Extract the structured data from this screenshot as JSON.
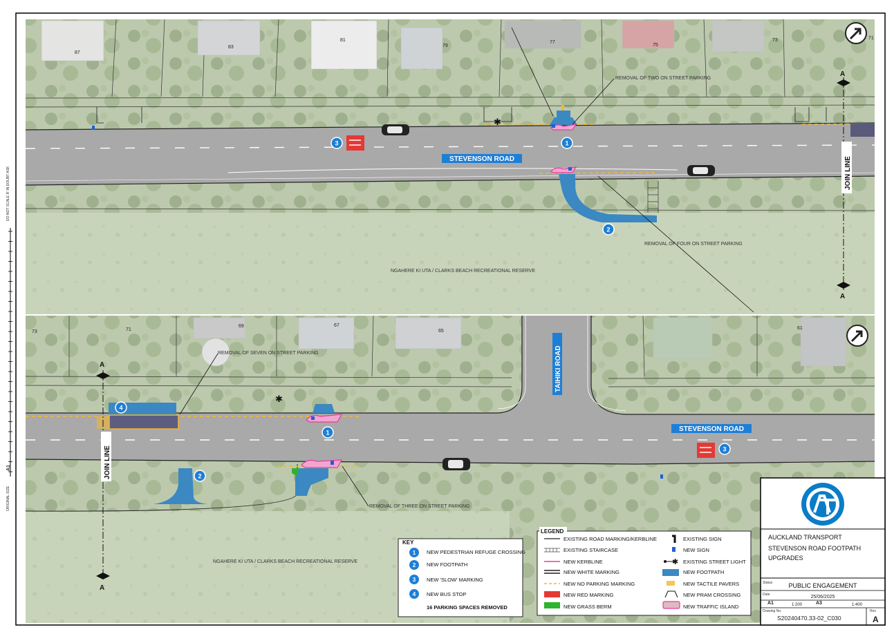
{
  "sheet": {
    "side_text_top": "DO NOT SCALE  IF IN DOUBT  ASK",
    "side_text_bottom": "ORIGINAL SIZE",
    "side_size": "A1"
  },
  "top_panel": {
    "road_name": "STEVENSON ROAD",
    "house_numbers": [
      "87",
      "83",
      "81",
      "79",
      "77",
      "75",
      "73",
      "71"
    ],
    "note_parking_top": "REMOVAL OF TWO ON STREET PARKING",
    "note_parking_bottom": "REMOVAL OF FOUR ON STREET PARKING",
    "reserve_label": "NGAHERE KI UTA / CLARKS BEACH RECREATIONAL RESERVE",
    "join_line_label": "JOIN LINE",
    "section_label": "A",
    "badges": [
      "3",
      "1",
      "2"
    ]
  },
  "bottom_panel": {
    "road_name": "STEVENSON ROAD",
    "side_road_name": "TAIHIKI ROAD",
    "house_numbers": [
      "73",
      "71",
      "69",
      "67",
      "65",
      "61"
    ],
    "note_parking_top": "REMOVAL OF SEVEN ON STREET PARKING",
    "note_parking_bottom": "REMOVAL OF THREE ON STREET PARKING",
    "reserve_label": "NGAHERE KI UTA / CLARKS BEACH RECREATIONAL RESERVE",
    "join_line_label": "JOIN LINE",
    "section_label": "A",
    "badges": [
      "4",
      "1",
      "2",
      "3"
    ]
  },
  "key": {
    "title": "KEY",
    "items": [
      {
        "num": "1",
        "label": "NEW PEDESTRIAN REFUGE CROSSING"
      },
      {
        "num": "2",
        "label": "NEW FOOTPATH"
      },
      {
        "num": "3",
        "label": "NEW 'SLOW' MARKING"
      },
      {
        "num": "4",
        "label": "NEW BUS STOP"
      }
    ],
    "summary": "16 PARKING SPACES REMOVED"
  },
  "legend": {
    "title": "LEGEND",
    "left": [
      "EXISTING ROAD MARKING/KERBLINE",
      "EXISTING STAIRCASE",
      "NEW KERBLINE",
      "NEW WHITE MARKING",
      "NEW NO PARKING MARKING",
      "NEW RED MARKING",
      "NEW GRASS BERM"
    ],
    "right": [
      "EXISTING SIGN",
      "NEW SIGN",
      "EXISTING STREET LIGHT",
      "NEW FOOTPATH",
      "NEW TACTILE PAVERS",
      "NEW PRAM CROSSING",
      "NEW TRAFFIC ISLAND"
    ]
  },
  "title_block": {
    "org": "AUCKLAND TRANSPORT",
    "project_line1": "STEVENSON ROAD FOOTPATH",
    "project_line2": "UPGRADES",
    "status_caption": "Status",
    "status": "PUBLIC ENGAGEMENT",
    "date_caption": "Date",
    "date": "25/06/2025",
    "scale_a1_label": "A1",
    "scale_a1": "1:200",
    "scale_a3_label": "A3",
    "scale_a3": "1:400",
    "drawing_no_caption": "Drawing No.",
    "drawing_no": "S20240470.33-02_C030",
    "rev_caption": "Rev",
    "rev": "A"
  },
  "colors": {
    "road": "#a9a9a9",
    "footpath": "#3b88c3",
    "badge": "#1e7fd6",
    "traffic_island": "#e0419b",
    "tactile": "#f2b733",
    "red_marking": "#e53935",
    "grass_berm": "#2db32d",
    "at_blue": "#0a7dc7"
  }
}
